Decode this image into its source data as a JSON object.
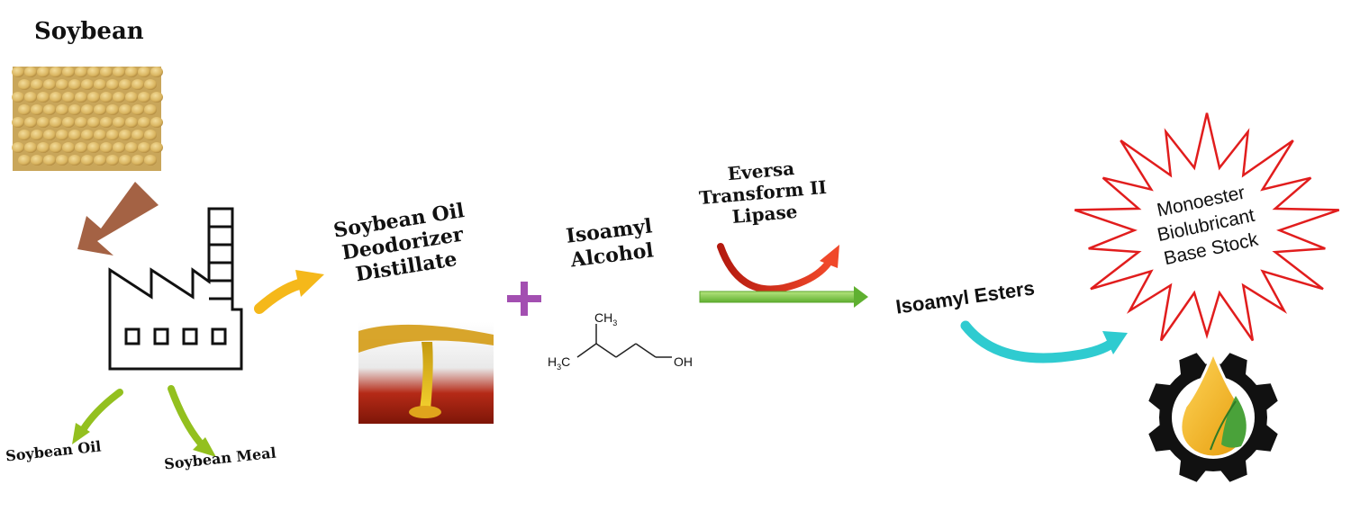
{
  "source": {
    "title": "Soybean"
  },
  "products": {
    "oil": "Soybean  Oil",
    "meal": "Soybean  Meal"
  },
  "feedstock": {
    "line1": "Soybean Oil",
    "line2": "Deodorizer",
    "line3": "Distillate"
  },
  "reagent": {
    "line1": "Isoamyl",
    "line2": "Alcohol",
    "structure": {
      "ch3": "CH",
      "ch3_sub": "3",
      "h3c": "H",
      "h3c_sub": "3",
      "h3c_c": "C",
      "oh": "OH"
    }
  },
  "catalyst": {
    "line1": "Eversa",
    "line2": "Transform II",
    "line3": "Lipase"
  },
  "operator": "+",
  "intermediate": "Isoamyl Esters",
  "product": {
    "line1": "Monoester",
    "line2": "Biolubricant",
    "line3": "Base Stock"
  },
  "colors": {
    "brown_arrow": "#a46244",
    "yellow_arrow": "#f5b81a",
    "green_arrow": "#93c01f",
    "plus": "#a34fb1",
    "red_arrow": "#d7261a",
    "process_arrow": "#7dc843",
    "teal_arrow": "#2fcbd0",
    "starburst": "#e11d1d",
    "gear": "#111111",
    "drop": "#f3b416",
    "leaf": "#4aa23a"
  }
}
